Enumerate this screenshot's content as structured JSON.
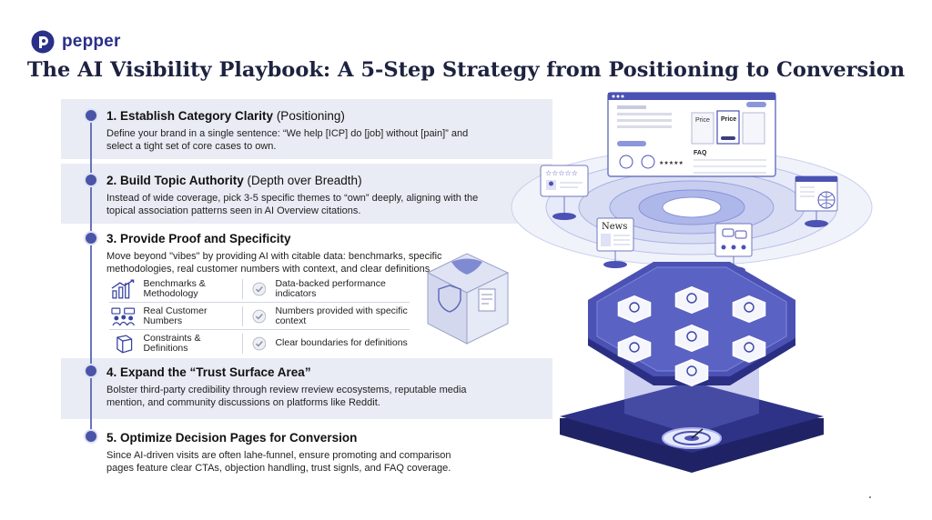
{
  "brand": {
    "name": "pepper",
    "logo_icon": "pepper-logo-icon"
  },
  "title": "The AI Visibility Playbook: A 5-Step Strategy from Positioning to Conversion",
  "steps": [
    {
      "title": "1. Establish Category Clarity",
      "subtitle": " (Positioning)",
      "body": "Define your brand in a single sentence: “We help [ICP] do [job] without [pain]” and select a tight set of core cases to own."
    },
    {
      "title": "2. Build Topic Authority",
      "subtitle": " (Depth over Breadth)",
      "body": "Instead of wide coverage, pick 3-5 specific themes to “own” deeply, aligning with the topical association patterns seen in AI Overview citations."
    },
    {
      "title": "3. Provide Proof and Specificity",
      "subtitle": "",
      "body": "Move beyond \"vibes\" by providing AI with citable data: benchmarks, specific methodologies, real customer numbers with context, and clear definitions."
    },
    {
      "title": "4. Expand the “Trust Surface Area”",
      "subtitle": "",
      "body": "Bolster third-party credibility through review rreview ecosystems, reputable media mention, and community discussions on platforms like Reddit."
    },
    {
      "title": "5. Optimize Decision Pages for Conversion",
      "subtitle": "",
      "body": "Since AI-driven visits are often lahe-funnel, ensure promoting and comparison pages feature clear CTAs, objection handling, trust signls, and FAQ coverage."
    }
  ],
  "proof_table": [
    {
      "label": "Benchmarks & Methodology",
      "value": "Data-backed performance indicators",
      "icon": "rising-chart-icon"
    },
    {
      "label": "Real Customer Numbers",
      "value": "Numbers provided with specific context",
      "icon": "customers-icon"
    },
    {
      "label": "Constraints & Definitions",
      "value": "Clear boundaries for definitions",
      "icon": "cube-outline-icon"
    }
  ],
  "illustration": {
    "browser_price_1": "Price",
    "browser_price_2": "Price",
    "browser_faq": "FAQ",
    "browser_stars": "★★★★★",
    "review_stars": "☆☆☆☆☆",
    "news_label": "News"
  },
  "colors": {
    "accent": "#4a55a8",
    "band": "#e9ecf4",
    "hex_top": "#4b52b3",
    "hex_side": "#2b2f84",
    "base": "#1f2366"
  }
}
